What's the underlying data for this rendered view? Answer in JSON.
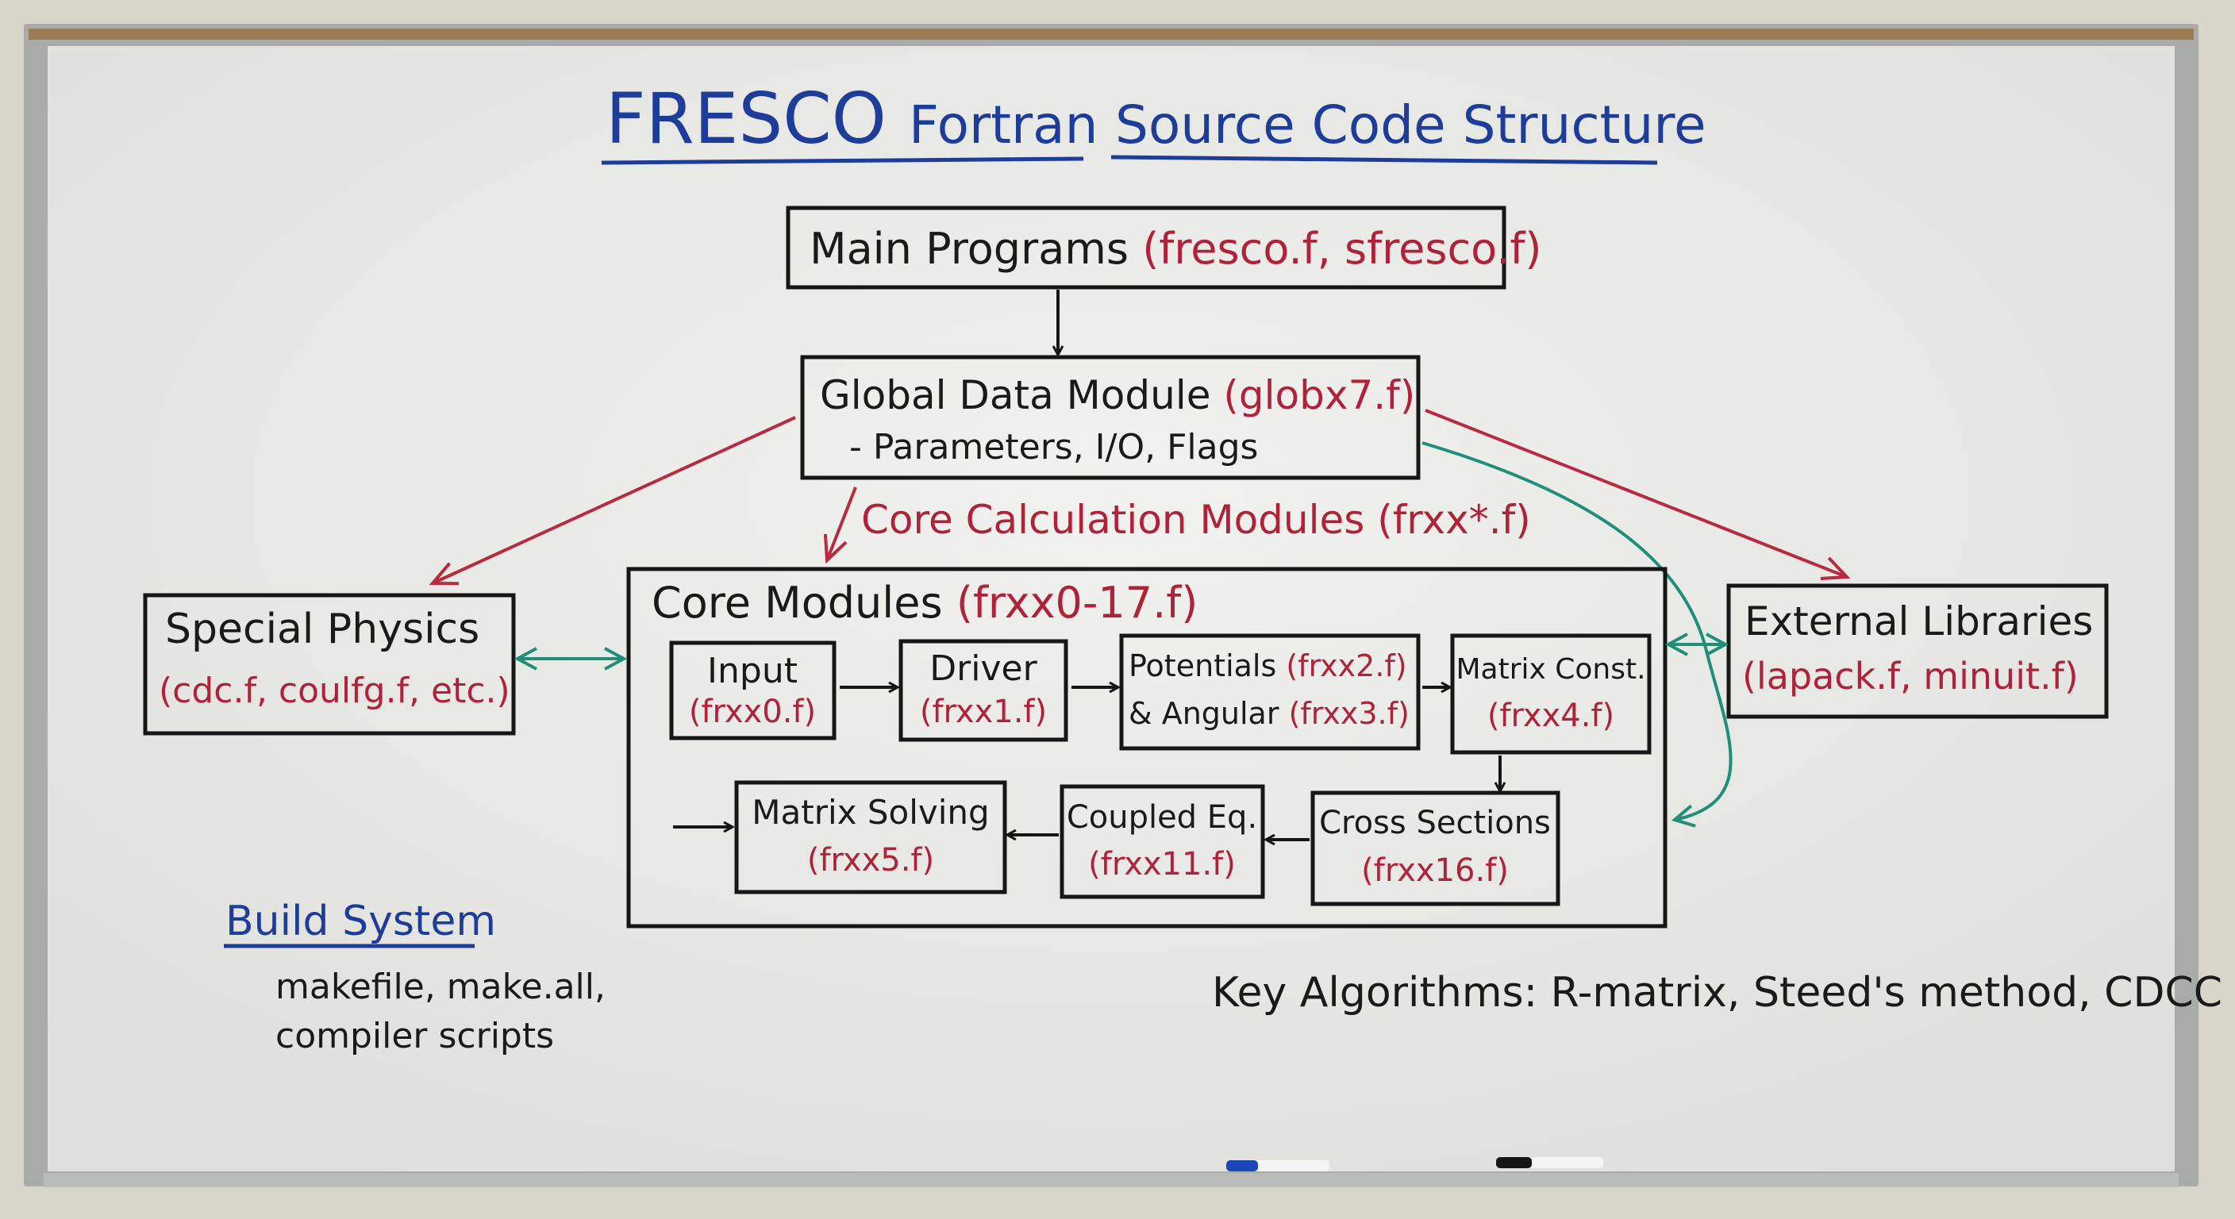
{
  "title": {
    "part1": "FRESCO",
    "part2": "Fortran",
    "part3": "Source Code Structure"
  },
  "main_programs": {
    "label": "Main Programs",
    "files": "(fresco.f, sfresco.f)"
  },
  "global_module": {
    "label": "Global Data Module",
    "files": "(globx7.f)",
    "sub": "- Parameters, I/O, Flags"
  },
  "core_calc_label": "Core Calculation Modules (frxx*.f)",
  "core_modules": {
    "label": "Core Modules",
    "files": "(frxx0-17.f)",
    "boxes": [
      {
        "line1": "Input",
        "file": "(frxx0.f)"
      },
      {
        "line1": "Driver",
        "file": "(frxx1.f)"
      },
      {
        "line1": "Potentials",
        "file1": "(frxx2.f)",
        "line2": "& Angular",
        "file2": "(frxx3.f)"
      },
      {
        "line1": "Matrix Const.",
        "file": "(frxx4.f)"
      },
      {
        "line1": "Cross Sections",
        "file": "(frxx16.f)"
      },
      {
        "line1": "Coupled Eq.",
        "file": "(frxx11.f)"
      },
      {
        "line1": "Matrix Solving",
        "file": "(frxx5.f)"
      }
    ]
  },
  "special_physics": {
    "label": "Special Physics",
    "files": "(cdc.f, coulfg.f, etc.)"
  },
  "external_libraries": {
    "label": "External Libraries",
    "files": "(lapack.f, minuit.f)"
  },
  "build_system": {
    "label": "Build System",
    "line1": "makefile, make.all,",
    "line2": "compiler scripts"
  },
  "key_algorithms": "Key Algorithms: R-matrix, Steed's method, CDCC",
  "colors": {
    "black_marker": "#161616",
    "red_marker": "#b0223a",
    "blue_marker": "#1e3d9a",
    "green_marker": "#1f8f78",
    "board": "#ebebe7"
  }
}
